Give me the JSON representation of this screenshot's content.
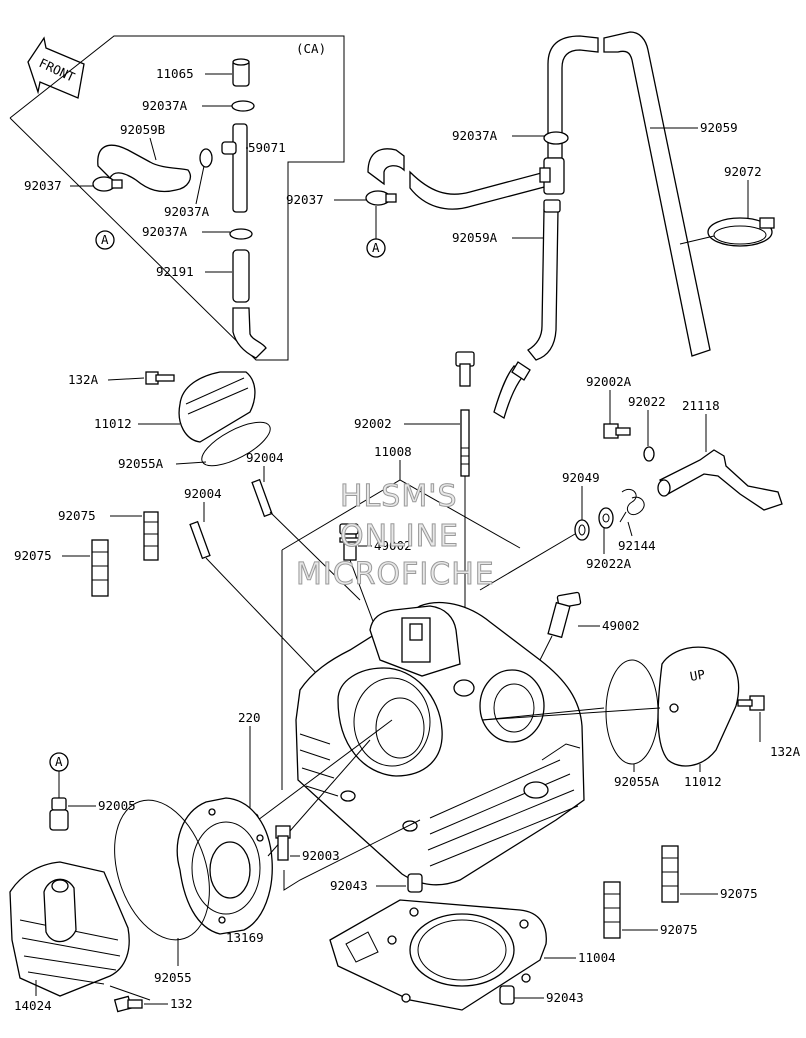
{
  "front_marker": "FRONT",
  "ca_marker": "(CA)",
  "watermark": [
    "HLSM'S",
    "ONLINE",
    "MICROFICHE"
  ],
  "labels": {
    "p11065": "11065",
    "p92037A_1": "92037A",
    "p92059B": "92059B",
    "p59071": "59071",
    "p92037_1": "92037",
    "p92037A_2": "92037A",
    "p92037A_3": "92037A",
    "p92191": "92191",
    "ref_a_1": "A",
    "p92037A_4": "92037A",
    "p92059": "92059",
    "p92072": "92072",
    "p92037_2": "92037",
    "p92059A": "92059A",
    "ref_a_2": "A",
    "p132A_1": "132A",
    "p11012_1": "11012",
    "p92055A_1": "92055A",
    "p92004_1": "92004",
    "p92002": "92002",
    "p11008": "11008",
    "p92002A": "92002A",
    "p92022": "92022",
    "p21118": "21118",
    "p92004_2": "92004",
    "p92075_1": "92075",
    "p92075_2": "92075",
    "p49002_1": "49002",
    "p92049": "92049",
    "p92144": "92144",
    "p92022A": "92022A",
    "p49002_2": "49002",
    "p220": "220",
    "ref_a_3": "A",
    "p92005": "92005",
    "p132A_2": "132A",
    "p92055A_2": "92055A",
    "p11012_2": "11012",
    "p92003": "92003",
    "p92043_1": "92043",
    "p13169": "13169",
    "p92075_3": "92075",
    "p92075_4": "92075",
    "p92055": "92055",
    "p11004": "11004",
    "p14024": "14024",
    "p132": "132",
    "p92043_2": "92043",
    "up_mark": "UP"
  }
}
